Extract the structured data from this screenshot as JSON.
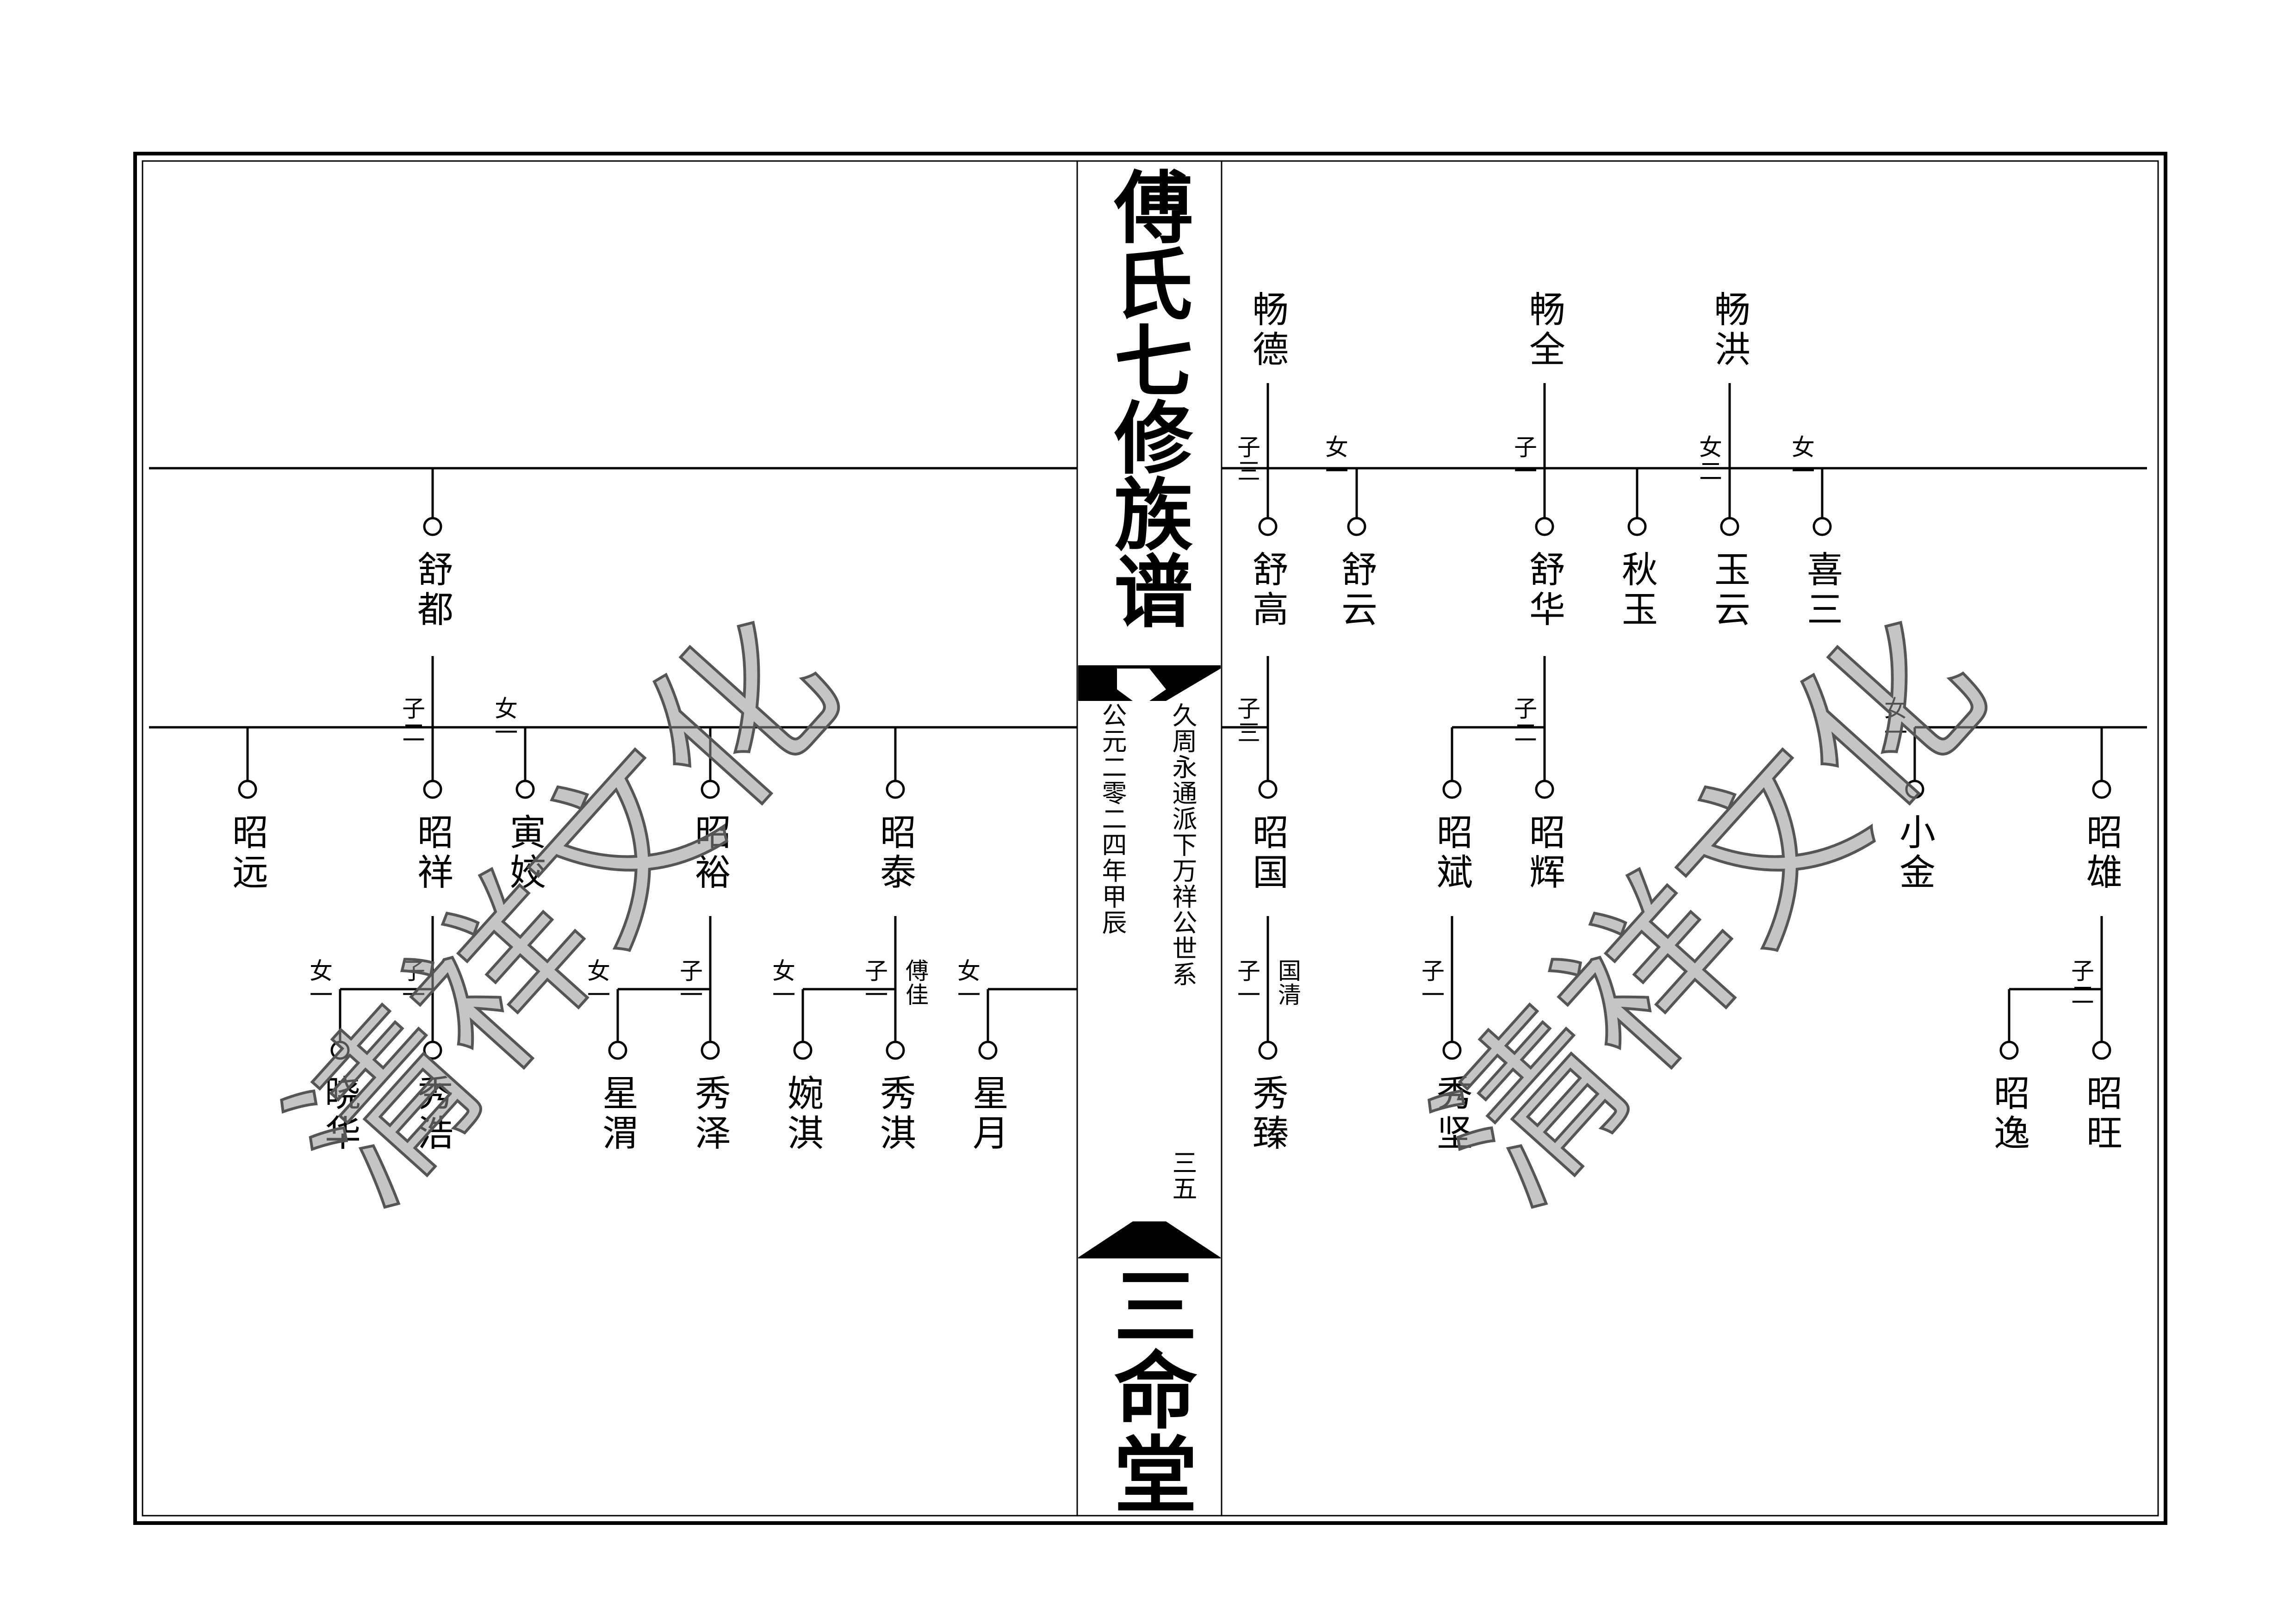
{
  "spine": {
    "title": "傅氏七修族谱",
    "lineage_line": "久周永通派下万祥公世系",
    "date_line": "公元二零二四年甲辰",
    "page_number": "三五",
    "hall_name": "三命堂"
  },
  "watermark": "清祥文化",
  "right_page": {
    "gen1": {
      "changde": "畅德",
      "changquan": "畅全",
      "changhong": "畅洪"
    },
    "tags1": {
      "zi3": "子三",
      "nv1": "女一",
      "zi1": "子一",
      "nv2": "女二",
      "nv1b": "女一"
    },
    "gen2": {
      "shugao": "舒高",
      "shuyun": "舒云",
      "shuhua": "舒华",
      "qiuyu": "秋玉",
      "yuyun": "玉云",
      "xi": "喜三"
    },
    "tags2": {
      "zi3": "子三",
      "zi2": "子二",
      "nv1": "女一"
    },
    "gen3": {
      "zhaoguo": "昭国",
      "zhaobin": "昭斌",
      "zhaohui": "昭辉",
      "xiaojin": "小金",
      "zhaoxiong": "昭雄"
    },
    "tags3": {
      "zi1": "子一",
      "guoqing": "国清",
      "zi1b": "子一",
      "zi2": "子二"
    },
    "gen4": {
      "xiuzhen": "秀臻",
      "xiujian": "秀坚",
      "zhaoyi": "昭逸",
      "zhaowang": "昭旺"
    }
  },
  "left_page": {
    "gen2": {
      "shudu": "舒都"
    },
    "tags2": {
      "zi2": "子二",
      "nv1": "女一"
    },
    "gen3": {
      "zhaoyuan": "昭远",
      "zhaoxiang": "昭祥",
      "yinjiao": "寅姣",
      "zhaoyu": "昭裕",
      "zhaotai": "昭泰"
    },
    "tags3": {
      "nv1a": "女一",
      "zi1a": "子一",
      "nv1b": "女一",
      "zi1b": "子一",
      "nv1c": "女一",
      "zi1c": "子一",
      "fujia": "傅佳",
      "nv1d": "女一"
    },
    "gen4": {
      "xiaohua": "晓华",
      "xiuhao": "秀浩",
      "xingwei": "星渭",
      "xiuze": "秀泽",
      "wanqi": "婉淇",
      "xiuqi": "秀淇",
      "xingyue": "星月"
    }
  }
}
